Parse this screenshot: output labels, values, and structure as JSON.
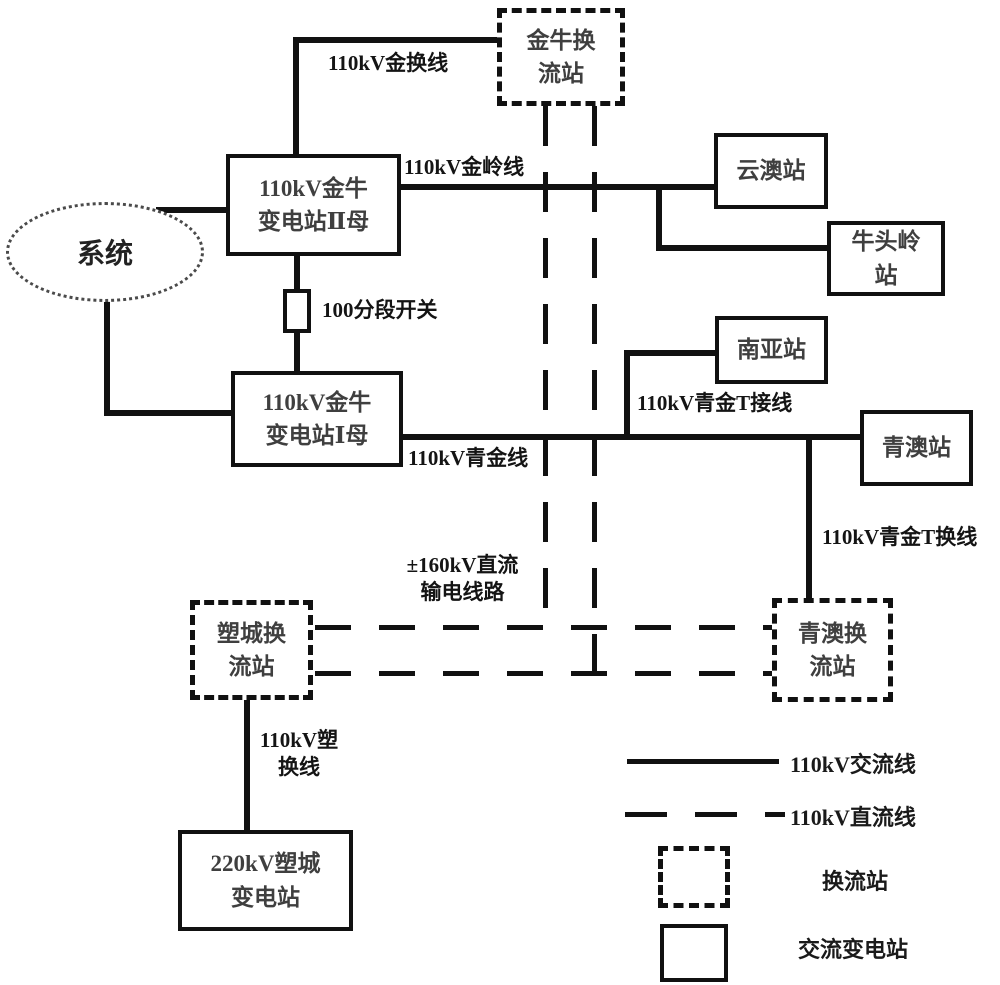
{
  "diagram": {
    "title_hint": "110kV AC/DC hybrid grid one-line diagram",
    "colors": {
      "line": "#111111",
      "text": "#141414",
      "box_text": "#3f3f3f",
      "background": "#ffffff"
    },
    "nodes": {
      "system": {
        "label": "系统"
      },
      "jinniu_converter": {
        "line1": "金牛换",
        "line2": "流站"
      },
      "bus2": {
        "line1": "110kV金牛",
        "line2": "变电站Ⅱ母"
      },
      "bus1": {
        "line1": "110kV金牛",
        "line2": "变电站Ⅰ母"
      },
      "yunao": {
        "label": "云澳站"
      },
      "niutouling": {
        "line1": "牛头岭",
        "line2": "站"
      },
      "nanya": {
        "label": "南亚站"
      },
      "qingao": {
        "label": "青澳站"
      },
      "qingao_converter": {
        "line1": "青澳换",
        "line2": "流站"
      },
      "sucheng_converter": {
        "line1": "塑城换",
        "line2": "流站"
      },
      "sucheng_substation": {
        "line1": "220kV塑城",
        "line2": "变电站"
      }
    },
    "line_labels": {
      "jinhuan": "110kV金换线",
      "jinling": "110kV金岭线",
      "section_switch": "100分段开关",
      "qingjin": "110kV青金线",
      "qingjin_t_jie": "110kV青金T接线",
      "qingjin_t_huan": "110kV青金T换线",
      "dc_line1": "±160kV直流",
      "dc_line2": "输电线路",
      "suhuan1": "110kV塑",
      "suhuan2": "换线"
    },
    "legend": {
      "ac_line": "110kV交流线",
      "dc_line": "110kV直流线",
      "converter_station": "换流站",
      "ac_substation": "交流变电站"
    }
  }
}
